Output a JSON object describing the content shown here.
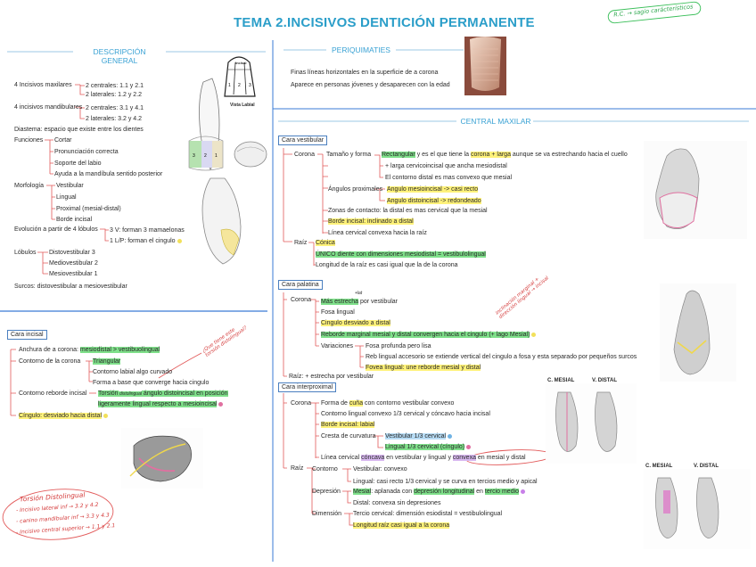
{
  "title": "TEMA 2.INCISIVOS DENTICIÓN PERMANENTE",
  "stamp": "R.C. → sagio carácterísticos",
  "desc": {
    "header": "DESCRIPCIÓN GENERAL",
    "maxilares": "4 Incisivos maxilares",
    "max_centrales": "2 centrales: 1.1 y 2.1",
    "max_laterales": "2 laterales: 1.2 y 2.2",
    "mandibulares": "4 incisivos mandibulares",
    "man_centrales": "2 centrales: 3.1 y 4.1",
    "man_laterales": "2 laterales: 3.2 y 4.2",
    "diastema": "Diastema: espacio que existe entre los dientes",
    "funciones": "Funciones",
    "f1": "Cortar",
    "f2": "Pronunciación correcta",
    "f3": "Soporte del labio",
    "f4": "Ayuda a la mandíbula sentido posterior",
    "morfologia": "Morfología",
    "m1": "Vestibular",
    "m2": "Lingual",
    "m3": "Proximal (mesial-distal)",
    "m4": "Borde incisal",
    "evolucion": "Evolución a partir de 4 lóbulos",
    "e1": "3 V: forman 3 mamaelonas",
    "e2": "1 L/P: forman el cingulo",
    "lobulos": "Lóbulos",
    "l1": "Distovestibular 3",
    "l2": "Mediovestibular 2",
    "l3": "Mesiovestibular 1",
    "surcos": "Surcos: distovestibular a mesiovestibular"
  },
  "periq": {
    "header": "PERIQUIMATIES",
    "line1": "Finas líneas horizontales en la superficie de a corona",
    "line2": "Aparece en personas jóvenes y desaparecen con la edad"
  },
  "central": {
    "header": "CENTRAL MAXILAR",
    "vest_box": "Cara vestibular",
    "corona": "Corona",
    "tam": "Tamaño y forma",
    "tam1a": "Rectangular",
    "tam1b": " y es el que tiene la ",
    "tam1c": "corona + larga",
    "tam1d": " aunque se va estrechando hacia el cuello",
    "tam2": "+ larga cervicoincisal que ancha mesiodistal",
    "tam3": "El contorno distal es mas convexo que mesial",
    "ang": "Ángulos proximales",
    "ang1": "Angulo mesioincisal -> casi recto",
    "ang2": "Angulo distoincisal -> redondeado",
    "zonas": "Zonas de contacto: la distal es mas cervical que la mesial",
    "borde": "Borde incisal: inclinado a distal",
    "linea": "Línea cervical convexa hacia la raíz",
    "raiz": "Raíz",
    "conica": "Cónica",
    "unico": "ÚNICO diente con dimensiones mesiodistal = vestibulolingual",
    "long": "Longitud de la raíz es casi igual que la de la corona",
    "pal_box": "Cara palatina",
    "pal_corona": "Corona",
    "p1": "Más estrecha",
    "p1b": " por vestibular",
    "p1sup": "+lat",
    "p2": "Fosa lingual",
    "p3": "Cingulo desviado a distal",
    "p4": "Reborde marginal mesial y distal convergen hacia el cingulo (+ lago Mesial)",
    "var": "Variaciones",
    "v1": "Fosa profunda pero lisa",
    "v2": "Reb lingual accesorio se extiende vertical del cingulo a fosa y esta separado por pequeños surcos",
    "v3": "Fovea lingual: une reborde mesial y distal",
    "pal_raiz": "Raíz: + estrecha por vestibular",
    "prox_box": "Cara interproximal",
    "prox_corona": "Corona",
    "x1a": "Forma de ",
    "x1b": "cuña",
    "x1c": " con contorno vestibular convexo",
    "x2": "Contorno lingual convexo 1/3 cervical y cóncavo hacia incisal",
    "x3": "Borde incisal: labial",
    "cresta": "Cresta de curvatura",
    "c1": "Vestibular 1/3 cervical",
    "c2": "Lingual 1/3 cervical (cíngulo)",
    "x4a": "Línea cervical",
    "x4b": "cóncava",
    "x4c": " en vestibular y lingual y ",
    "x4d": "convexa",
    "x4e": " en mesial y distal",
    "prox_raiz": "Raíz",
    "contorno": "Contorno",
    "r1": "Vestibular: convexo",
    "r2": "Lingual: casi recto 1/3 cervical y se curva en tercios medio y apical",
    "dep": "Depresión",
    "d1a": "Mesial",
    "d1b": ": aplanada con ",
    "d1c": "depresión longitudinal",
    "d1d": " en ",
    "d1e": "tercio medio",
    "d2": "Distal: convexa sin depresiones",
    "dim": "Dimensión",
    "dm1": "Tercio cervical: dimensión esiodistal = vestibulolingual",
    "dm2": "Longitud raíz casi igual a la corona"
  },
  "incisal": {
    "box": "Cara incisal",
    "a1": "Anchura de a corona: ",
    "a1b": "mesiodistal > vestibuolingual",
    "a2": "Contorno de la corona",
    "a2a": "Triangular",
    "a2b": "Contorno labial algo curvado",
    "a2c": "Forma a base que converge hacia cingulo",
    "a3": "Contorno reborde incisal",
    "a3a": "Torsión",
    "a3ab": " distolingual",
    "a3b": " ángulo distoincisal en posición",
    "a3c": "ligeramente lingual respecto a mesioincisal",
    "a4": "Cíngulo: desviado hacia distal"
  },
  "notes": {
    "torsion_title": "Torsión Distolingual",
    "t1": "- Incisivo lateral inf → 3.2 y 4.2",
    "t2": "- canino mandibular inf → 3.3 y 4.3",
    "t3": "- Incisivo central superior → 1.1 y 2.1",
    "side1": "¿Que tiene este torsión distolingual?",
    "side2": "inclinación marginal + dirección lingual → incisal"
  },
  "figures": {
    "mesial1": "C. MESIAL",
    "distal1": "V. DISTAL",
    "mesial2": "C. MESIAL",
    "distal2": "V. DISTAL",
    "vista_label": "Vista Labial",
    "incisal_lbl": "Incisal"
  },
  "colors": {
    "title": "#2b9ec9",
    "section": "#3aa2d4",
    "highlight_yellow": "#fff27a",
    "highlight_green": "#7fe08a",
    "line_red": "#e25a5a",
    "ink_red": "#d43a3a",
    "separator": "#3a7bd5"
  }
}
